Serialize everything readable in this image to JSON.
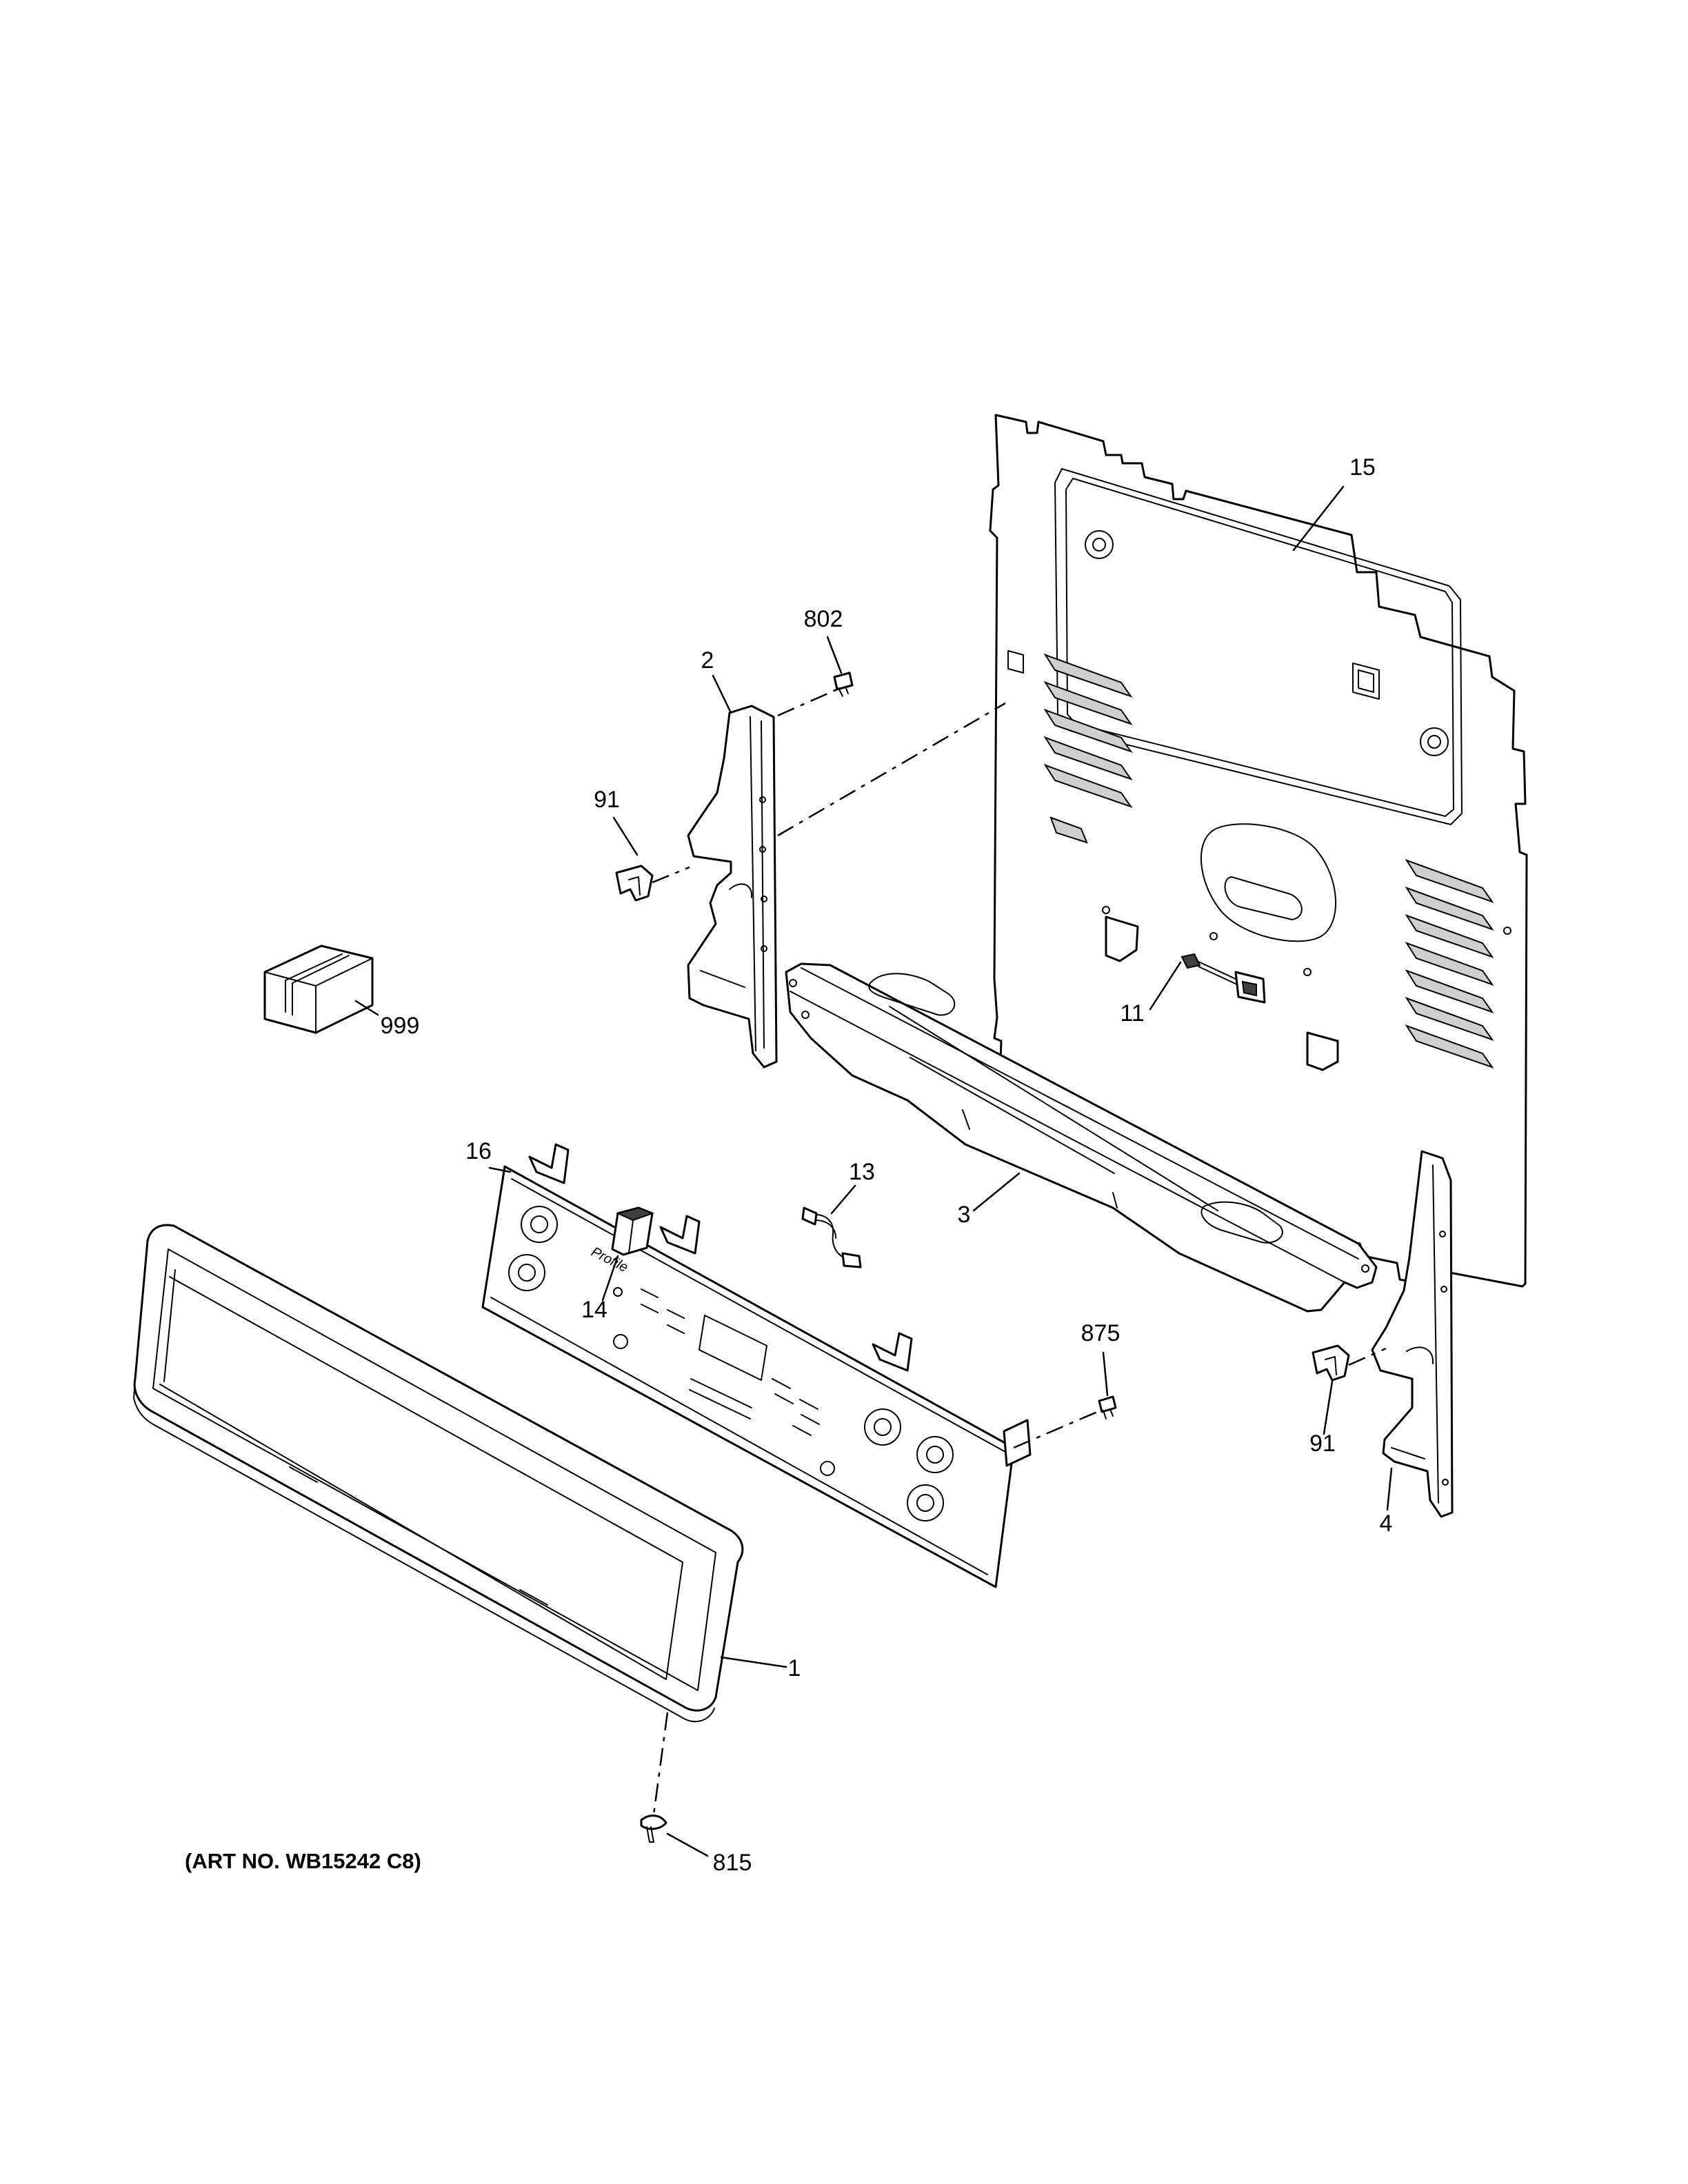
{
  "parts": {
    "p1": "1",
    "p2": "2",
    "p3": "3",
    "p4": "4",
    "p11": "11",
    "p13": "13",
    "p14": "14",
    "p15": "15",
    "p16": "16",
    "p91_left": "91",
    "p91_right": "91",
    "p802": "802",
    "p815": "815",
    "p875": "875",
    "p999": "999"
  },
  "control_panel": {
    "brand": "Profile"
  },
  "art_number": "(ART NO. WB15242 C8)"
}
